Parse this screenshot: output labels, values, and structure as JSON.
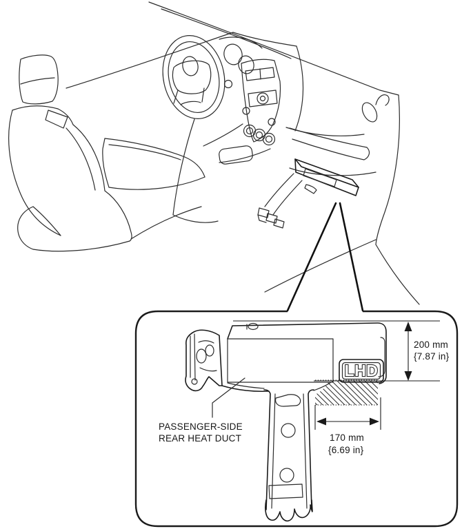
{
  "figure": {
    "type": "service-manual-illustration",
    "subject": "Passenger-side rear heat duct location in vehicle interior",
    "part_label": {
      "line1": "PASSENGER-SIDE",
      "line2": "REAR HEAT DUCT"
    },
    "badge": "LHD",
    "dimensions": {
      "height": {
        "metric": "200 mm",
        "imperial": "{7.87 in}"
      },
      "width": {
        "metric": "170 mm",
        "imperial": "{6.69 in}"
      }
    },
    "colors": {
      "line": "#2b2b2b",
      "background": "#ffffff"
    }
  }
}
